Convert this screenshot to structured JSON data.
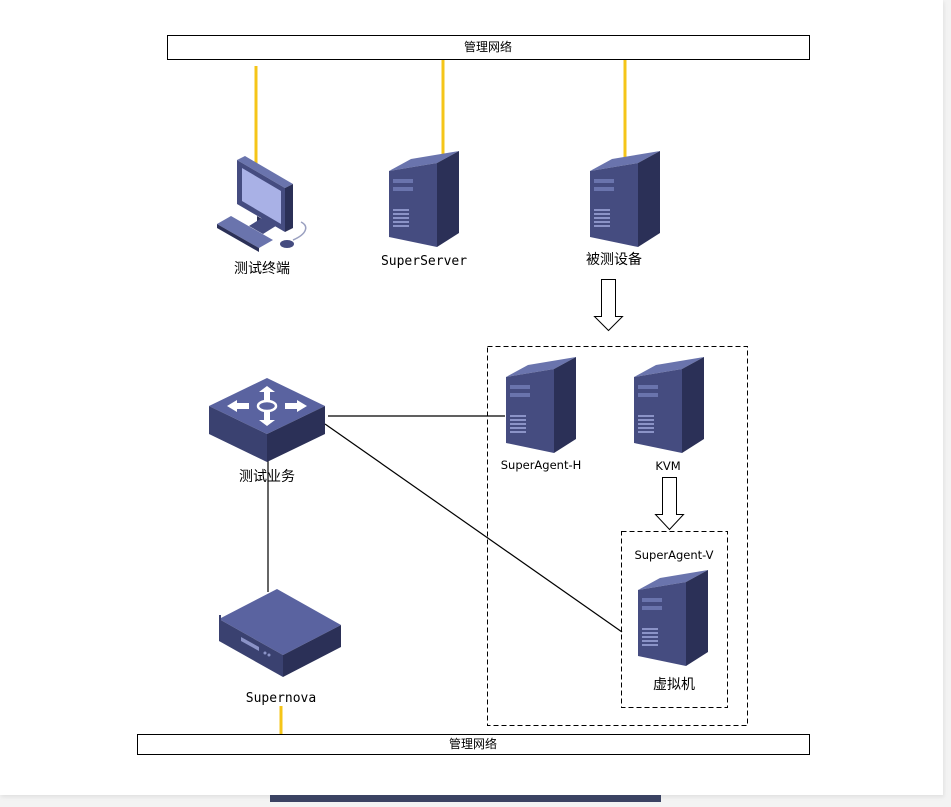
{
  "networks": {
    "top_label": "管理网络",
    "bottom_label": "管理网络"
  },
  "devices": {
    "test_terminal": "测试终端",
    "super_server": "SuperServer",
    "device_under_test": "被测设备",
    "test_service": "测试业务",
    "supernova": "Supernova",
    "super_agent_h": "SuperAgent-H",
    "kvm": "KVM",
    "super_agent_v": "SuperAgent-V",
    "virtual_machine": "虚拟机"
  },
  "colors": {
    "management_link": "#f5c518",
    "data_link": "#000000",
    "device_front": "#3f4677",
    "device_side": "#2b3057",
    "device_top": "#6570aa",
    "bottom_bar": "#3b4363"
  },
  "icons": {
    "terminal": "desktop-computer-icon",
    "server": "tower-server-icon",
    "switch": "network-switch-icon",
    "appliance": "rack-appliance-icon",
    "flow": "hollow-down-arrow-icon"
  }
}
